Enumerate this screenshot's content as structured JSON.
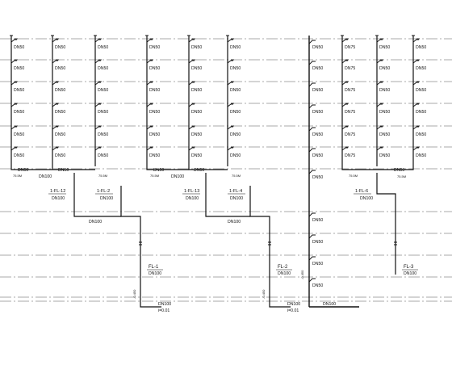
{
  "pipe_labels": {
    "dn50": "DN50",
    "dn75": "DN75",
    "dn100": "DN100"
  },
  "slope_label": "i=0.01",
  "risers": [
    {
      "id": "FL-1",
      "label": "FL-1",
      "size": "DN100",
      "slope": "i=0.01"
    },
    {
      "id": "FL-2",
      "label": "FL-2",
      "size": "DN100",
      "slope": "i=0.01"
    },
    {
      "id": "FL-3",
      "label": "FL-3",
      "size": "DN100"
    }
  ],
  "branch_tags": [
    {
      "label": "1-FL-12"
    },
    {
      "label": "1-FL-2"
    },
    {
      "label": "1-FL-13"
    },
    {
      "label": "1-FL-4"
    },
    {
      "label": "1-FL-6"
    }
  ],
  "small_notes": {
    "dim": "75.5M",
    "elev": "-0.450"
  },
  "colors": {
    "line": "#111111",
    "grid": "#555555",
    "background": "#ffffff"
  }
}
